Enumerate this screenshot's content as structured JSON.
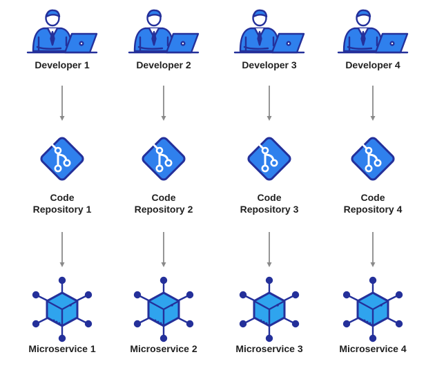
{
  "colors": {
    "outline": "#24309a",
    "fill": "#2f80ed",
    "fill_light": "#3aa3f0",
    "arrow": "#8a8a8a",
    "text": "#1f1f1f"
  },
  "icons": {
    "developer": "developer-with-laptop-icon",
    "repository": "git-branch-icon",
    "microservice": "hexagon-network-node-icon"
  },
  "columns": [
    {
      "developer": "Developer 1",
      "repo_line1": "Code",
      "repo_line2": "Repository 1",
      "microservice": "Microservice 1"
    },
    {
      "developer": "Developer 2",
      "repo_line1": "Code",
      "repo_line2": "Repository 2",
      "microservice": "Microservice 2"
    },
    {
      "developer": "Developer 3",
      "repo_line1": "Code",
      "repo_line2": "Repository 3",
      "microservice": "Microservice 3"
    },
    {
      "developer": "Developer 4",
      "repo_line1": "Code",
      "repo_line2": "Repository 4",
      "microservice": "Microservice 4"
    }
  ]
}
